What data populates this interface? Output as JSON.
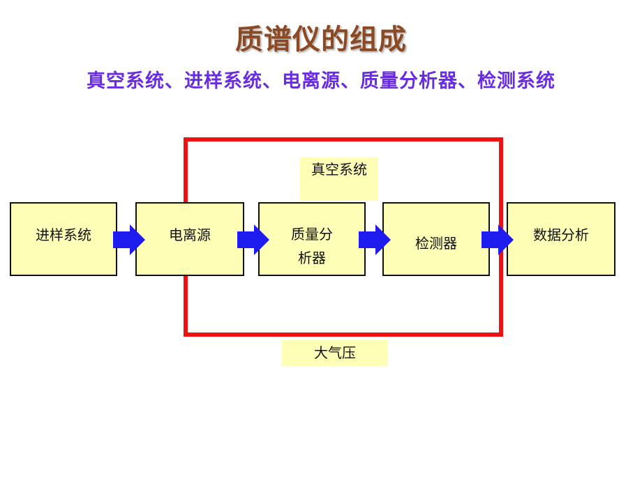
{
  "title": "质谱仪的组成",
  "subtitle": "真空系统、进样系统、电离源、质量分析器、检测系统",
  "diagram": {
    "vacuum_label": "真空系统",
    "atmosphere_label": "大气压",
    "blocks": {
      "sample_intro": "进样系统",
      "ion_source": "电离源",
      "mass_analyzer_line1": "质量分",
      "mass_analyzer_line2": "析器",
      "detector": "检测器",
      "data_analysis": "数据分析"
    },
    "colors": {
      "block_fill": "#fefeb6",
      "frame": "#ee1111",
      "arrow": "#1f1cf0",
      "title": "#8b4a24",
      "subtitle": "#6a2ce0"
    }
  }
}
